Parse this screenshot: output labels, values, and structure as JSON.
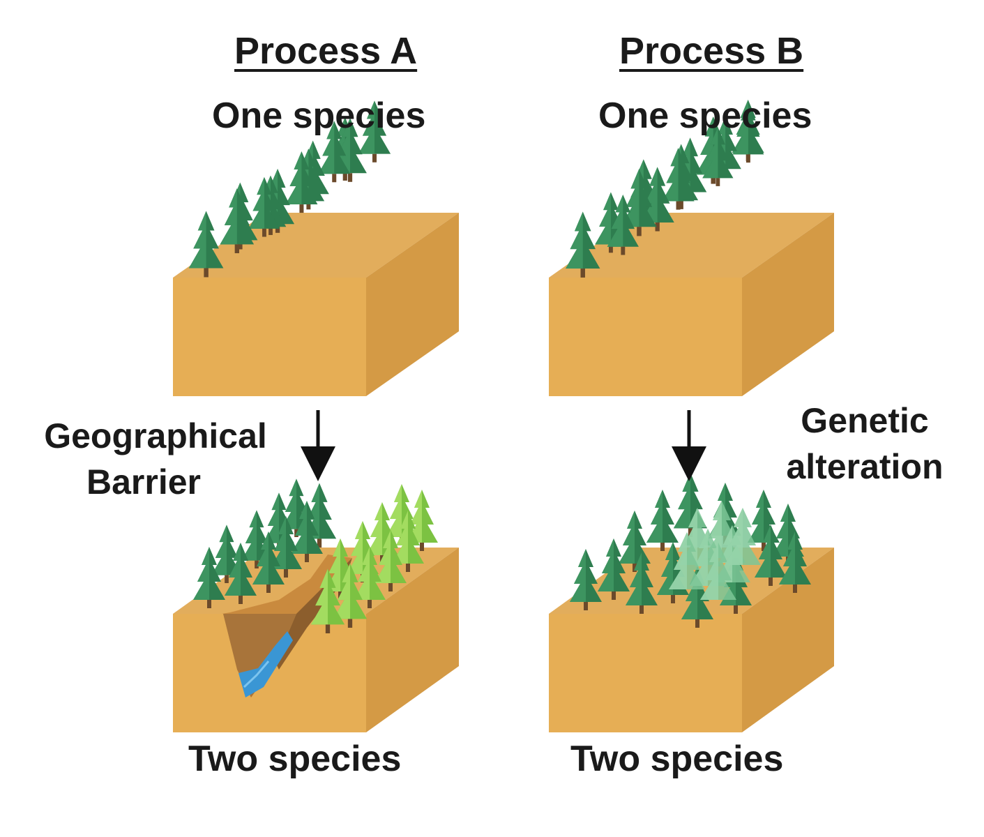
{
  "diagram": {
    "process_a": {
      "heading": "Process A",
      "top_label": "One species",
      "arrow_label_line1": "Geographical",
      "arrow_label_line2": "Barrier",
      "bottom_label": "Two species"
    },
    "process_b": {
      "heading": "Process B",
      "top_label": "One species",
      "arrow_label_line1": "Genetic",
      "arrow_label_line2": "alteration",
      "bottom_label": "Two species"
    }
  },
  "colors": {
    "soil_top": "#e2ad5c",
    "soil_front": "#e6ae55",
    "soil_side": "#d49a45",
    "tree_dark": "#2e7d4f",
    "tree_light": "#8fd14f",
    "tree_pale": "#78c48c",
    "water": "#3a96d4",
    "canyon": "#a8743a"
  },
  "icons": [
    "down-arrow-icon",
    "conifer-tree-icon",
    "river-icon"
  ]
}
